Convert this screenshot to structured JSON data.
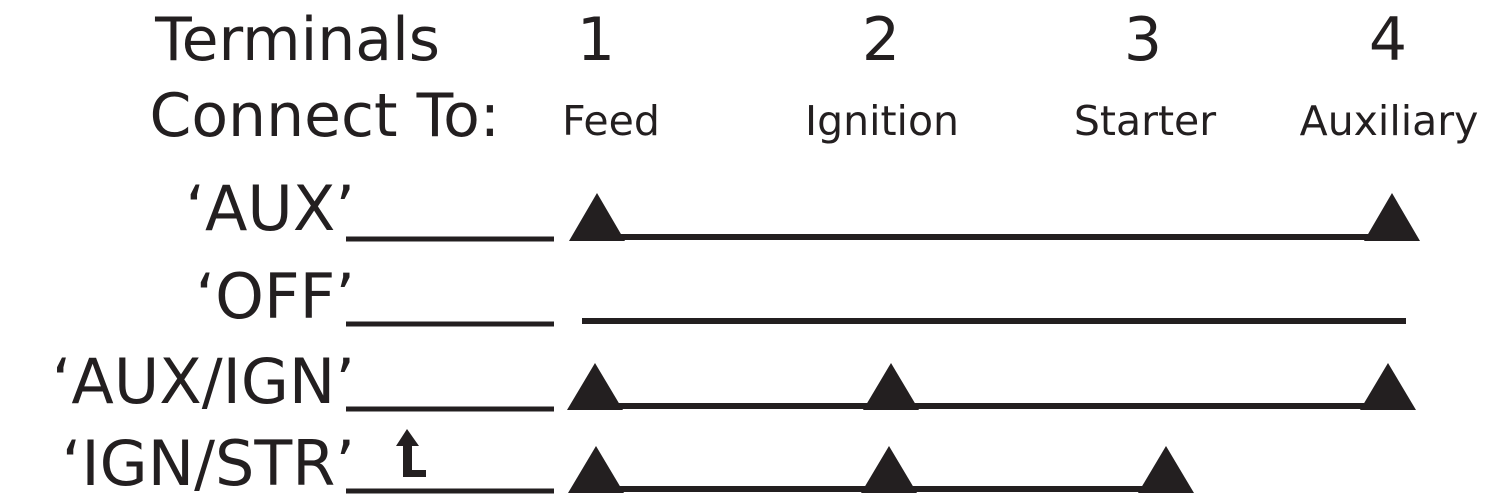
{
  "header": {
    "terminals_label": "Terminals",
    "connect_label": "Connect To:"
  },
  "terminals": [
    {
      "number": "1",
      "name": "Feed"
    },
    {
      "number": "2",
      "name": "Ignition"
    },
    {
      "number": "3",
      "name": "Starter"
    },
    {
      "number": "4",
      "name": "Auxiliary"
    }
  ],
  "positions": [
    {
      "label": "‘AUX’",
      "connected_terminals": [
        "1",
        "4"
      ],
      "arrow": false
    },
    {
      "label": "‘OFF’",
      "connected_terminals": [],
      "arrow": false
    },
    {
      "label": "‘AUX/IGN’",
      "connected_terminals": [
        "1",
        "2",
        "4"
      ],
      "arrow": false
    },
    {
      "label": "‘IGN/STR’",
      "connected_terminals": [
        "1",
        "2",
        "3"
      ],
      "arrow": true,
      "arrow_icon": "up-arrow-icon"
    }
  ],
  "colors": {
    "ink": "#231f20",
    "background": "#ffffff"
  }
}
